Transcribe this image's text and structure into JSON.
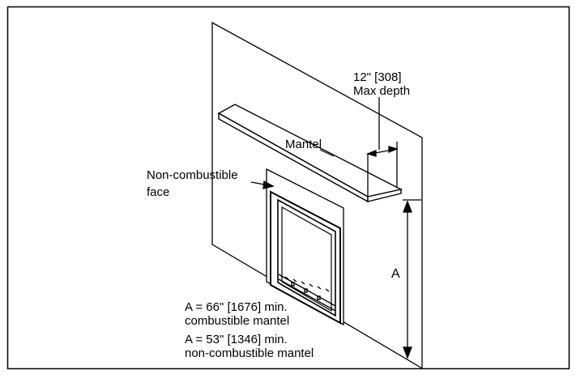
{
  "labels": {
    "depth_value": "12\" [308]",
    "depth_label": "Max depth",
    "mantel": "Mantel",
    "face_line1": "Non-combustible",
    "face_line2": "face",
    "dimension_a": "A",
    "note1_line1": "A = 66\" [1676] min.",
    "note1_line2": "combustible mantel",
    "note2_line1": "A = 53\" [1346] min.",
    "note2_line2": "non-combustible mantel"
  },
  "colors": {
    "line": "#000000",
    "background": "#ffffff"
  }
}
